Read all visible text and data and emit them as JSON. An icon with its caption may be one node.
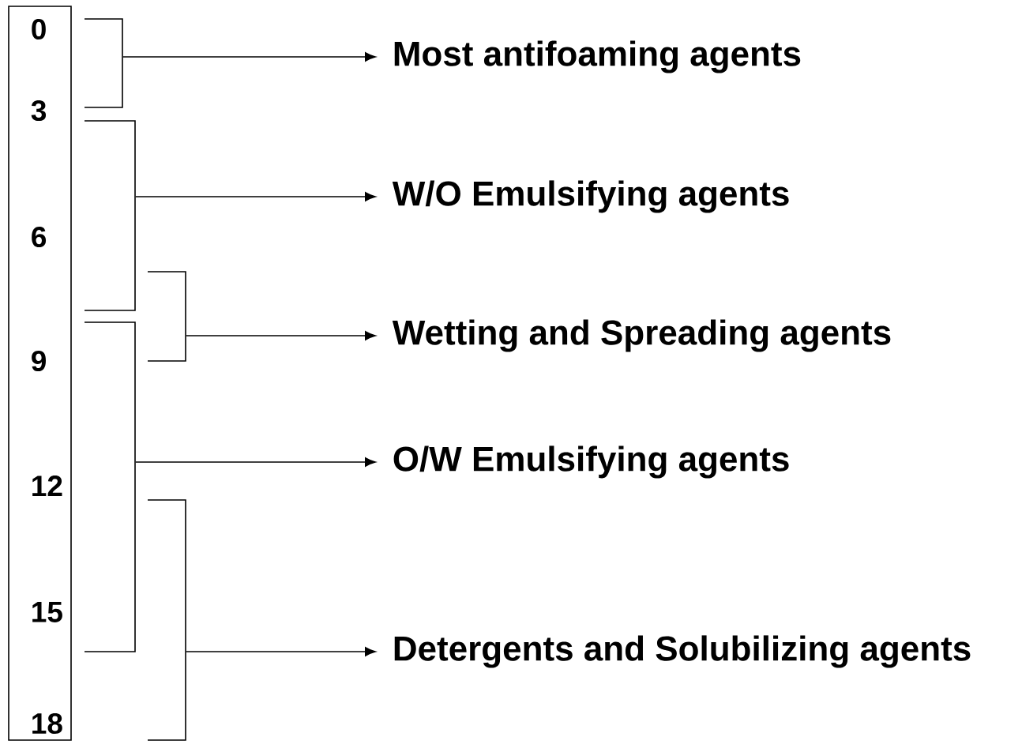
{
  "diagram": {
    "nodes": [
      {
        "text": [
          "Most antifoaming agents"
        ]
      },
      {
        "text": [
          "W/O Emulsifying agents"
        ]
      },
      {
        "text": [
          "Wetting and Spreading agents"
        ]
      },
      {
        "text": [
          "O/W Emulsifying agents"
        ]
      },
      {
        "text": [
          "Detergents and Solubilizing agents"
        ]
      },
      {
        "text": [],
        "shape": "bracket"
      },
      {
        "text": [],
        "shape": "bracket"
      },
      {
        "text": [],
        "shape": "bracket"
      },
      {
        "text": [],
        "shape": "bracket"
      },
      {
        "text": [],
        "shape": "bracket"
      }
    ],
    "edges": [
      {
        "from": 5,
        "to": 0,
        "arrow": "to"
      },
      {
        "from": 6,
        "to": 1,
        "arrow": "to"
      },
      {
        "from": 7,
        "to": 2,
        "arrow": "to"
      },
      {
        "from": 8,
        "to": 3,
        "arrow": "to"
      },
      {
        "from": 9,
        "to": 4,
        "arrow": "to"
      }
    ],
    "labels": [
      "0",
      "3",
      "6",
      "9",
      "12",
      "15",
      "18"
    ]
  }
}
